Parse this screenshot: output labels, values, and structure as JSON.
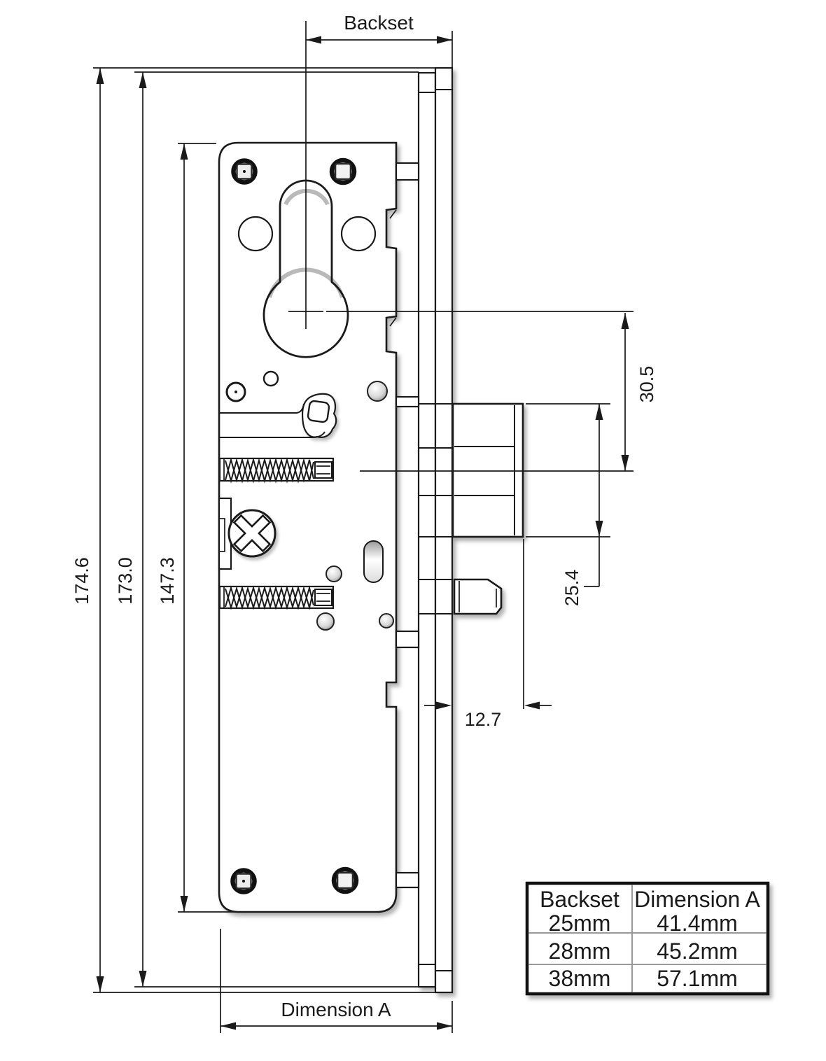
{
  "labels": {
    "backset": "Backset",
    "dimension_a": "Dimension A"
  },
  "dimensions": {
    "overall_height": "174.6",
    "faceplate_height": "173.0",
    "case_height": "147.3",
    "cylinder_to_latch_center": "30.5",
    "cylinder_housing_height": "25.4",
    "faceplate_to_housing": "12.7"
  },
  "table": {
    "headers": [
      "Backset",
      "Dimension A"
    ],
    "rows": [
      [
        "25mm",
        "41.4mm"
      ],
      [
        "28mm",
        "45.2mm"
      ],
      [
        "38mm",
        "57.1mm"
      ]
    ]
  },
  "colors": {
    "line": "#1a1a1a",
    "background": "#ffffff",
    "table_divider": "#999999"
  }
}
